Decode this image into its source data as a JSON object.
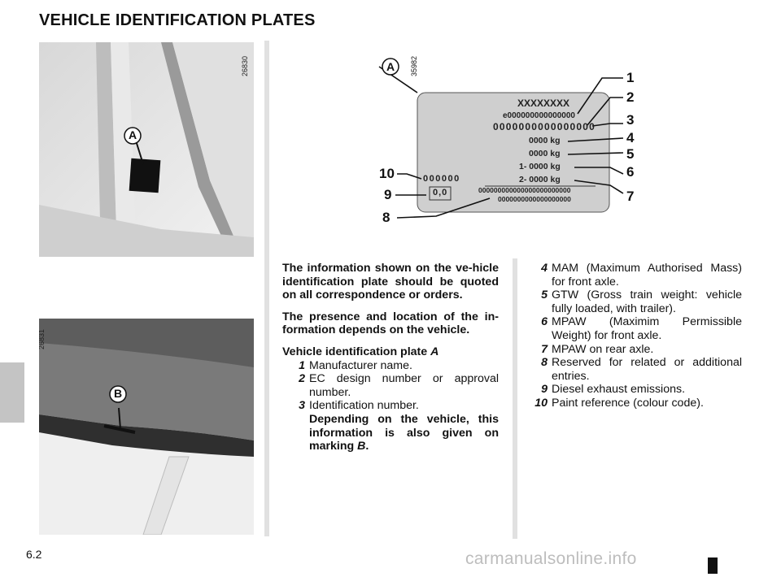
{
  "page": {
    "title": "VEHICLE IDENTIFICATION PLATES",
    "page_number": "6.2",
    "watermark": "carmanualsonline.info"
  },
  "photos": {
    "top": {
      "code": "26830",
      "label": "A"
    },
    "bottom": {
      "code": "26831",
      "label": "B"
    }
  },
  "diagram": {
    "code": "35982",
    "label": "A",
    "plate": {
      "line1": "XXXXXXXX",
      "line2": "e000000000000000",
      "line3": "0000000000000000",
      "line4": "0000 kg",
      "line5": "0000 kg",
      "line6": "1- 0000 kg",
      "line7": "2- 0000 kg",
      "line8a": "000000000000000000000000",
      "line8b": "0000000000000000000",
      "paint": "000000",
      "emission": "0,0"
    },
    "callouts": [
      "1",
      "2",
      "3",
      "4",
      "5",
      "6",
      "7",
      "8",
      "9",
      "10"
    ]
  },
  "text": {
    "intro1": "The information shown on the ve-hicle identification plate should be quoted on all correspondence or orders.",
    "intro2": "The presence and location of the in-formation depends on the vehicle.",
    "plate_heading": "Vehicle identification plate ",
    "plate_heading_ref": "A",
    "items_left": [
      {
        "num": "1",
        "text": "Manufacturer name."
      },
      {
        "num": "2",
        "text": "EC design number or approval number."
      },
      {
        "num": "3",
        "text": "Identification number."
      }
    ],
    "note": "Depending on the vehicle, this information is also given on marking ",
    "note_ref": "B",
    "note_end": ".",
    "items_right": [
      {
        "num": "4",
        "text": "MAM (Maximum Authorised Mass) for front axle."
      },
      {
        "num": "5",
        "text": "GTW (Gross train weight: vehicle fully loaded, with trailer)."
      },
      {
        "num": "6",
        "text": "MPAW (Maximim Permissible Weight) for front axle."
      },
      {
        "num": "7",
        "text": "MPAW on rear axle."
      },
      {
        "num": "8",
        "text": "Reserved for related or additional entries."
      },
      {
        "num": "9",
        "text": "Diesel exhaust emissions."
      },
      {
        "num": "10",
        "text": "Paint reference (colour code)."
      }
    ]
  }
}
